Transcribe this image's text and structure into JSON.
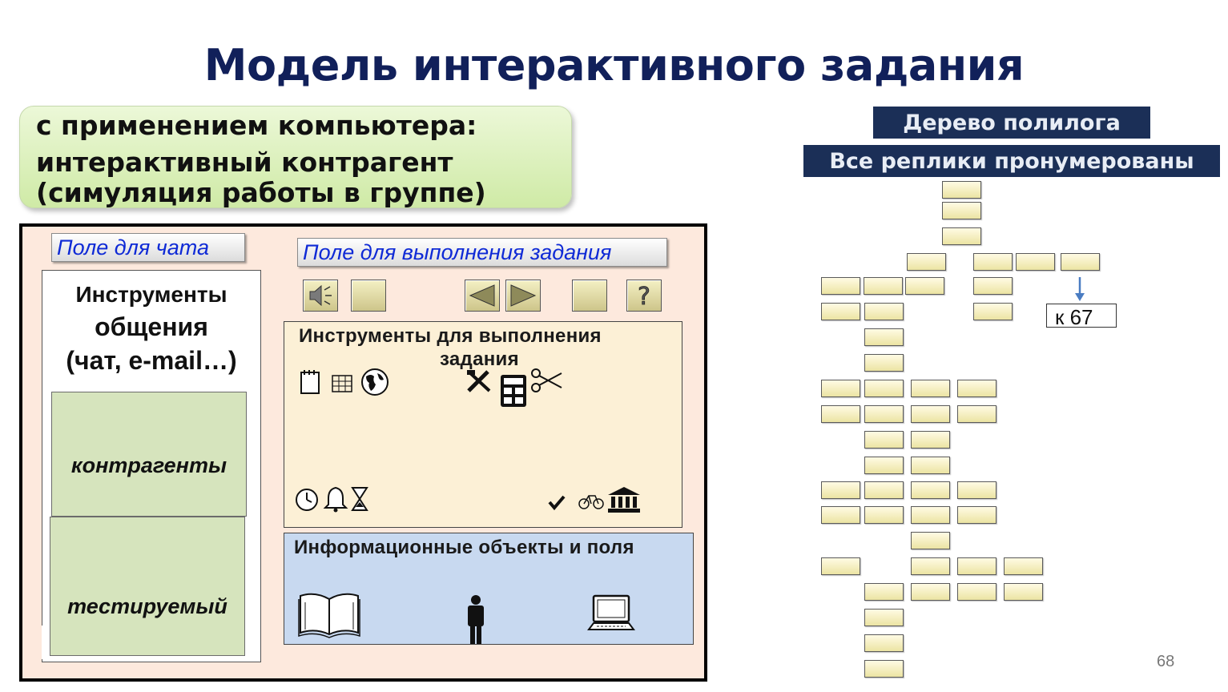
{
  "title": "Модель интерактивного задания",
  "callout": {
    "line1": "с применением компьютера:",
    "line2": "интерактивный контрагент",
    "line3": "(симуляция работы в группе)"
  },
  "chat_field_label": "Поле для чата",
  "task_field_label": "Поле для выполнения задания",
  "comm_tools": {
    "line1": "Инструменты",
    "line2": "общения",
    "line3": "(чат, e-mail…)"
  },
  "counterparts_label": "контрагенты",
  "tested_label": "тестируемый",
  "task_tools": {
    "line1": "Инструменты  для  выполнения",
    "line2": "задания"
  },
  "info_panel": {
    "title": "Информационные  объекты  и  поля"
  },
  "tree": {
    "header": "Дерево полилога",
    "subheader": "Все реплики пронумерованы",
    "ref_label": "к 67"
  },
  "page_number": "68",
  "icons": {
    "toolbar": [
      "speaker-icon",
      "blank-button",
      "arrow-left-icon",
      "arrow-right-icon",
      "blank-button",
      "help-icon"
    ],
    "tools_row1": [
      "notepad-icon",
      "grid-icon",
      "globe-icon",
      "tools-icon",
      "calculator-icon",
      "scissors-icon"
    ],
    "tools_row2": [
      "clock-icon",
      "bell-icon",
      "hourglass-icon",
      "checkmark-icon",
      "bicycle-icon",
      "bank-icon"
    ],
    "info": [
      "book-icon",
      "person-icon",
      "laptop-icon"
    ]
  },
  "colors": {
    "title": "#11205a",
    "callout_bg": "#d6eeb4",
    "frame_bg": "#fde9dd",
    "label_text": "#0f2ad6",
    "green_box": "#d6e4bd",
    "info_panel_bg": "#c8d9f0",
    "tree_header_bg": "#1b2f57",
    "node_fill": "#ece4a3"
  }
}
